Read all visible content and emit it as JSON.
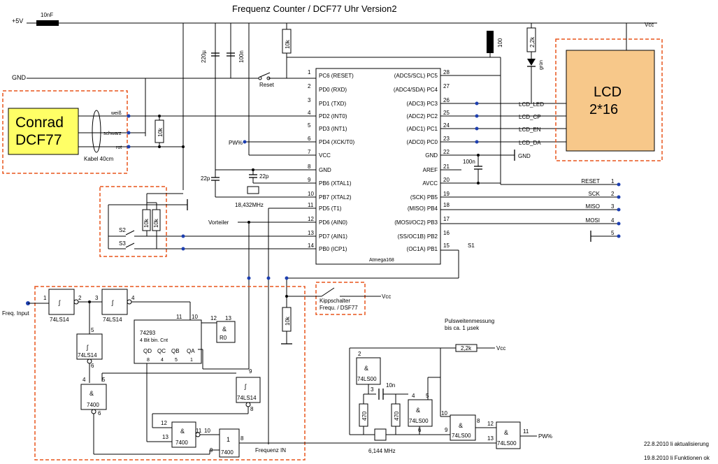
{
  "title": "Frequenz Counter / DCF77 Uhr      Version2",
  "power": {
    "plus5v": "+5V",
    "gnd": "GND",
    "vcc": "Vcc",
    "cap_10nf": "10nF"
  },
  "dcf": {
    "line1": "Conrad",
    "line2": "DCF77",
    "cable": "Kabel 40cm",
    "wire_white": "weiß",
    "wire_black": "schwarz",
    "wire_red": "rot",
    "r10k": "10k"
  },
  "lcd": {
    "line1": "LCD",
    "line2": "2*16",
    "led": "grün",
    "r22k": "2,2k",
    "r100": "100"
  },
  "mcu": {
    "name": "Atmega168",
    "left_pins": [
      {
        "num": "1",
        "label": "PC6 (RESET)"
      },
      {
        "num": "2",
        "label": "PD0 (RXD)"
      },
      {
        "num": "3",
        "label": "PD1 (TXD)"
      },
      {
        "num": "4",
        "label": "PD2 (INT0)"
      },
      {
        "num": "5",
        "label": "PD3 (INT1)"
      },
      {
        "num": "6",
        "label": "PD4 (XCK/T0)"
      },
      {
        "num": "7",
        "label": "VCC"
      },
      {
        "num": "8",
        "label": "GND"
      },
      {
        "num": "9",
        "label": "PB6 (XTAL1)"
      },
      {
        "num": "10",
        "label": "PB7 (XTAL2)"
      },
      {
        "num": "11",
        "label": "PD5 (T1)"
      },
      {
        "num": "12",
        "label": "PD6 (AIN0)"
      },
      {
        "num": "13",
        "label": "PD7 (AIN1)"
      },
      {
        "num": "14",
        "label": "PB0 (ICP1)"
      }
    ],
    "right_pins": [
      {
        "num": "28",
        "label": "(ADC5/SCL) PC5"
      },
      {
        "num": "27",
        "label": "(ADC4/SDA) PC4"
      },
      {
        "num": "26",
        "label": "(ADC3) PC3"
      },
      {
        "num": "25",
        "label": "(ADC2) PC2"
      },
      {
        "num": "24",
        "label": "(ADC1) PC1"
      },
      {
        "num": "23",
        "label": "(ADC0) PC0"
      },
      {
        "num": "22",
        "label": "GND"
      },
      {
        "num": "21",
        "label": "AREF"
      },
      {
        "num": "20",
        "label": "AVCC"
      },
      {
        "num": "19",
        "label": "(SCK) PB5"
      },
      {
        "num": "18",
        "label": "(MISO) PB4"
      },
      {
        "num": "17",
        "label": "(MOSI/OC2) PB3"
      },
      {
        "num": "16",
        "label": "(SS/OC1B) PB2"
      },
      {
        "num": "15",
        "label": "(OC1A) PB1"
      }
    ]
  },
  "nets": {
    "lcd_led": "LCD_LED",
    "lcd_cp": "LCD_CP",
    "lcd_en": "LCD_EN",
    "lcd_da": "LCD_DA",
    "gnd_right": "GND",
    "pwm": "PW%",
    "reset_sw": "Reset",
    "vorteiler": "Vorteiler",
    "freq_in": "Frequenz  IN",
    "freq_input": "Freq. Input",
    "s1": "S1",
    "s2": "S2",
    "s3": "S3"
  },
  "isp": [
    {
      "label": "RESET",
      "num": "1"
    },
    {
      "label": "SCK",
      "num": "2"
    },
    {
      "label": "MISO",
      "num": "3"
    },
    {
      "label": "MOSI",
      "num": "4"
    },
    {
      "label": "",
      "num": "5"
    }
  ],
  "caps": {
    "c220u": "220µ",
    "c100n": "100n",
    "c22p_a": "22p",
    "c22p_b": "22p",
    "c100n_b": "100n",
    "c10n": "10n"
  },
  "crystals": {
    "main": "18,432MHz",
    "second": "6,144 MHz"
  },
  "switch": {
    "line1": "Kippschalter",
    "line2": "Frequ. / DSF77"
  },
  "counter": {
    "chip": "74293",
    "desc": "4 Bit bin. Cnt",
    "outs": [
      "QD",
      "QC",
      "QB",
      "QA"
    ],
    "gates": {
      "ls14": "74LS14",
      "g7400": "7400",
      "r0": "R0",
      "ls00": "74LS00"
    }
  },
  "pulse": {
    "line1": "Pulsweitenmessung",
    "line2": "bis ca. 1 µsek",
    "r22k": "2,2k",
    "r470": "470"
  },
  "notes": {
    "n1": "22.8.2010 li aktualisierung",
    "n2": "19.8.2010 li Funktionen ok"
  }
}
